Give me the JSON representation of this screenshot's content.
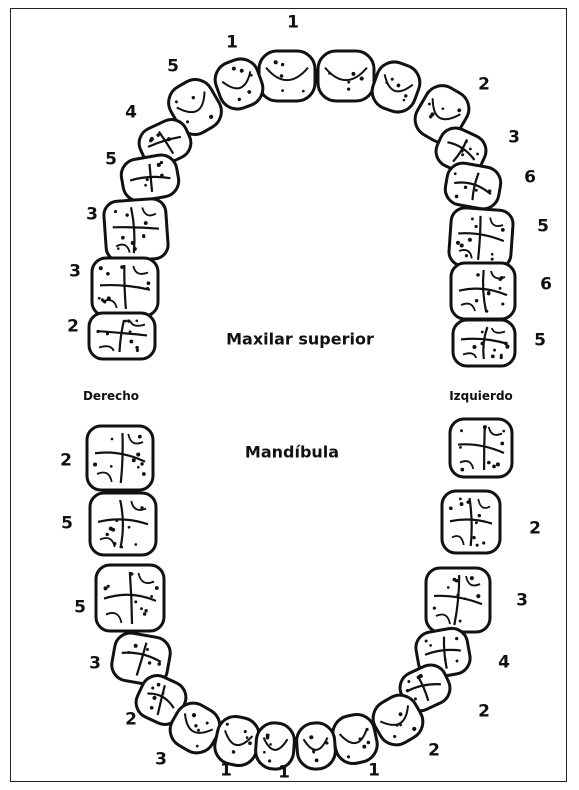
{
  "titles": {
    "upper": "Maxilar superior",
    "lower": "Mandíbula",
    "right": "Derecho",
    "left": "Izquierdo"
  },
  "upper_labels": [
    "1",
    "1",
    "5",
    "4",
    "5",
    "3",
    "3",
    "2",
    "2",
    "3",
    "6",
    "5",
    "6",
    "5"
  ],
  "lower_labels": [
    "2",
    "5",
    "5",
    "3",
    "2",
    "3",
    "1",
    "1",
    "1",
    "2",
    "2",
    "4",
    "3",
    "2"
  ]
}
